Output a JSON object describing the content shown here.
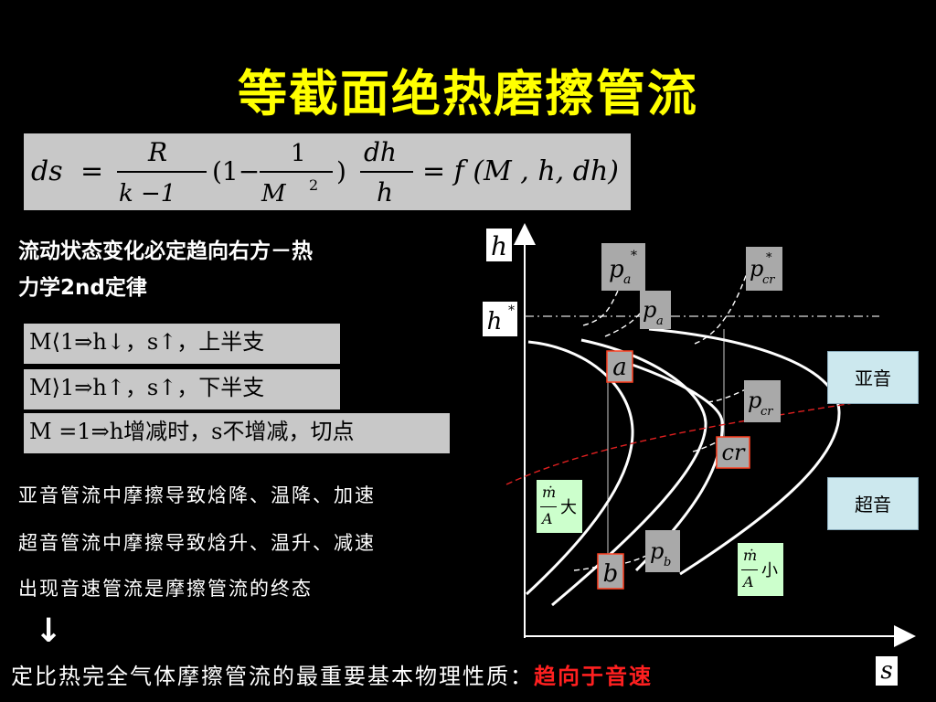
{
  "title": "等截面绝热磨擦管流",
  "formula": "ds = R/(k−1) (1 − 1/M²) dh/h = f(M, h, dh)",
  "formula_parts": {
    "lhs": "ds",
    "R": "R",
    "k1": "k −1",
    "open": "(1−",
    "one": "1",
    "M2": "M",
    "sq": "2",
    "close": ")",
    "dh": "dh",
    "h": "h",
    "rhs": "= f (M , h, dh)"
  },
  "heading": {
    "line1": "流动状态变化必定趋向右方－热",
    "line2": "力学2nd定律"
  },
  "rules": [
    "M⟨1⇒h↓，s↑，上半支",
    "M⟩1⇒h↑，s↑，下半支",
    "M =1⇒h增减时，s不增减，切点"
  ],
  "notes": [
    "亚音管流中摩擦导致焓降、温降、加速",
    "超音管流中摩擦导致焓升、温升、减速",
    "出现音速管流是摩擦管流的终态"
  ],
  "arrow_glyph": "↓",
  "conclusion": {
    "prefix": "定比热完全气体摩擦管流的最重要基本物理性质：",
    "emphasis": "趋向于音速"
  },
  "diagram": {
    "axis_h": "h",
    "axis_s": "s",
    "h_star": "h",
    "star": "*",
    "pa_star": "p",
    "pa_star_sub": "a",
    "pcr_star": "p",
    "pcr_star_sub": "cr",
    "pa": "p",
    "pa_sub": "a",
    "pcr": "p",
    "pcr_sub": "cr",
    "pb": "p",
    "pb_sub": "b",
    "point_a": "a",
    "point_b": "b",
    "point_cr": "cr",
    "subsonic": "亚音",
    "supersonic": "超音",
    "mdot_big_num": "ṁ",
    "mdot_big_den": "A",
    "mdot_big_word": "大",
    "mdot_small_num": "ṁ",
    "mdot_small_den": "A",
    "mdot_small_word": "小"
  },
  "colors": {
    "title": "#ffff00",
    "emphasis": "#ff2020",
    "sonic_line": "#e02020",
    "box_gray": "#c8c8c8",
    "box_blue": "#cce8ee",
    "box_green": "#ccffcc"
  }
}
